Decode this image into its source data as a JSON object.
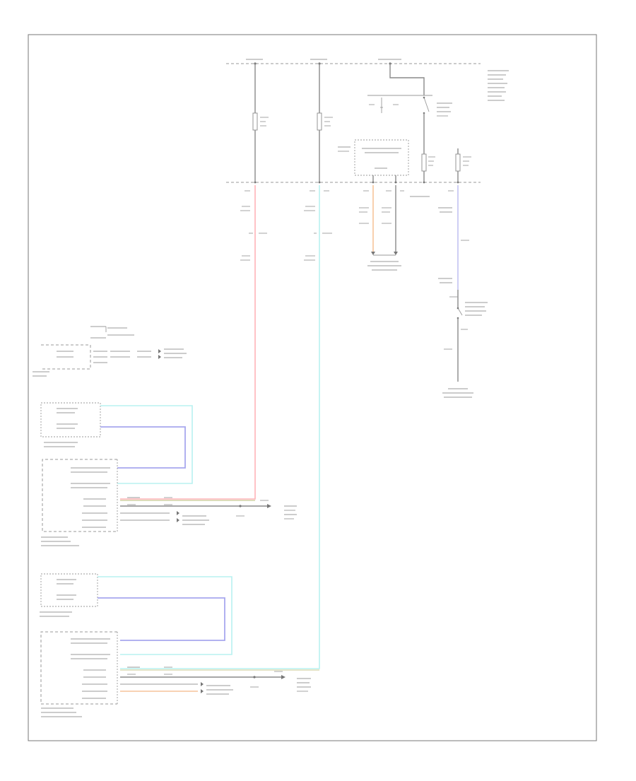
{
  "diagram": {
    "footer_label": "",
    "colors": {
      "frame": "#777777",
      "wire_gray": "#8a8a8a",
      "wire_pink": "#ffb3b8",
      "wire_cyan": "#b8f2f0",
      "wire_blue": "#a7a7ee",
      "wire_lavender": "#c2c2f2",
      "wire_orange": "#f6c49a",
      "wire_olive": "#c8c890",
      "label_gray": "#555555"
    },
    "components": [
      "power-bus-top",
      "fuse-1",
      "fuse-2",
      "fuse-3",
      "fuse-4",
      "relay-switch",
      "control-module",
      "power-bus-middle",
      "ground-connector",
      "switch-assembly",
      "module-a",
      "module-b",
      "sensor-a",
      "sensor-b",
      "sensor-c",
      "sensor-d",
      "ground-splice-a",
      "ground-splice-b"
    ]
  }
}
